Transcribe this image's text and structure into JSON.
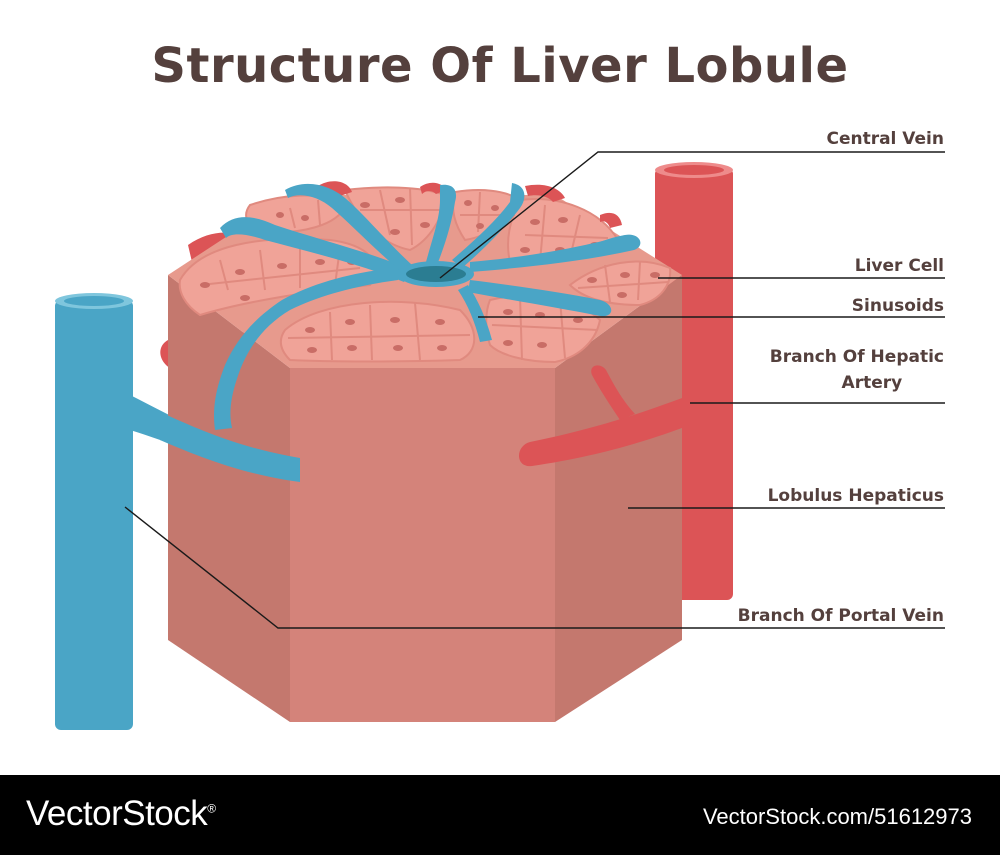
{
  "title": "Structure Of Liver Lobule",
  "labels": {
    "central_vein": "Central Vein",
    "liver_cell": "Liver Cell",
    "sinusoids": "Sinusoids",
    "hepatic_artery_line1": "Branch Of Hepatic",
    "hepatic_artery_line2": "Artery",
    "lobulus": "Lobulus Hepaticus",
    "portal_vein": "Branch Of Portal Vein"
  },
  "footer": {
    "brand": "VectorStock",
    "registered": "®",
    "id": "VectorStock.com/51612973"
  },
  "colors": {
    "title": "#54403d",
    "vein_blue": "#4aa5c6",
    "artery_red": "#dc5456",
    "tissue_front": "#d4837a",
    "tissue_side": "#c4786e",
    "tissue_top": "#e79a8d",
    "cell": "#f0a398",
    "footer_bg": "#000000"
  }
}
